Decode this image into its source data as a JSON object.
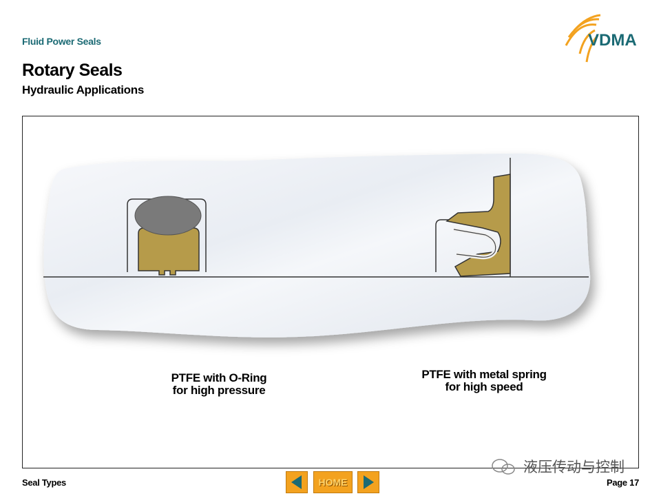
{
  "header": {
    "label": "Fluid Power Seals",
    "logo_text": "VDMA"
  },
  "slide": {
    "title": "Rotary Seals",
    "subtitle": "Hydraulic Applications"
  },
  "figure": {
    "caption_left": [
      "PTFE with O-Ring",
      "for high pressure"
    ],
    "caption_right": [
      "PTFE with metal spring",
      "for high speed"
    ],
    "colors": {
      "seal": "#b69b4a",
      "oring": "#7a7a7a",
      "background": "#e6ebf2"
    }
  },
  "footer": {
    "left": "Seal Types",
    "right": "Page 17",
    "home_label": "HOME",
    "prev_icon": "arrow-left-icon",
    "next_icon": "arrow-right-icon",
    "watermark": "液压传动与控制"
  }
}
